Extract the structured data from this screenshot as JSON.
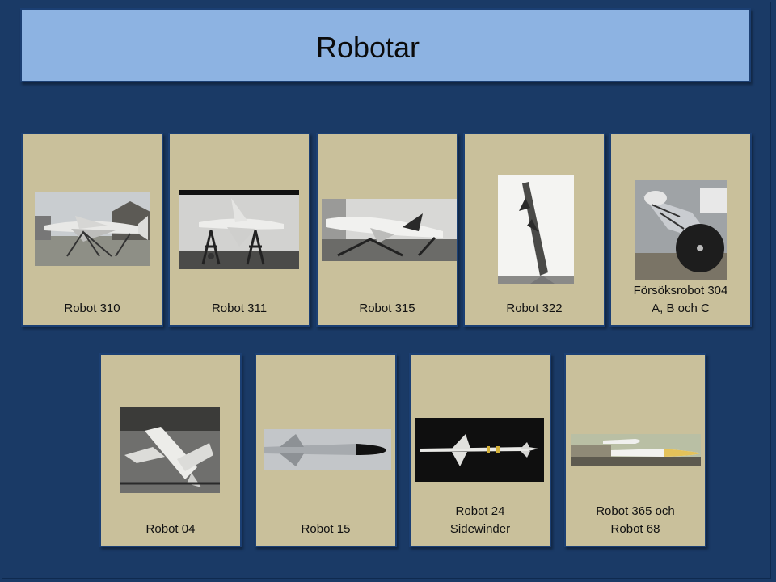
{
  "slide": {
    "title": "Robotar"
  },
  "cards": [
    {
      "caption": "Robot 310",
      "image": "robot-310-photo"
    },
    {
      "caption": "Robot 311",
      "image": "robot-311-photo"
    },
    {
      "caption": "Robot 315",
      "image": "robot-315-photo"
    },
    {
      "caption": "Robot 322",
      "image": "robot-322-photo"
    },
    {
      "caption": "Försöksrobot 304\nA, B och C",
      "image": "forsoksrobot-304-photo"
    },
    {
      "caption": "Robot 04",
      "image": "robot-04-photo"
    },
    {
      "caption": "Robot 15",
      "image": "robot-15-photo"
    },
    {
      "caption": "Robot 24\nSidewinder",
      "image": "robot-24-photo"
    },
    {
      "caption": "Robot 365  och\nRobot 68",
      "image": "robot-365-68-photo"
    }
  ],
  "colors": {
    "background": "#1a3a66",
    "title_bar": "#8db3e2",
    "card": "#c9c09b",
    "border": "#1b3f73"
  }
}
